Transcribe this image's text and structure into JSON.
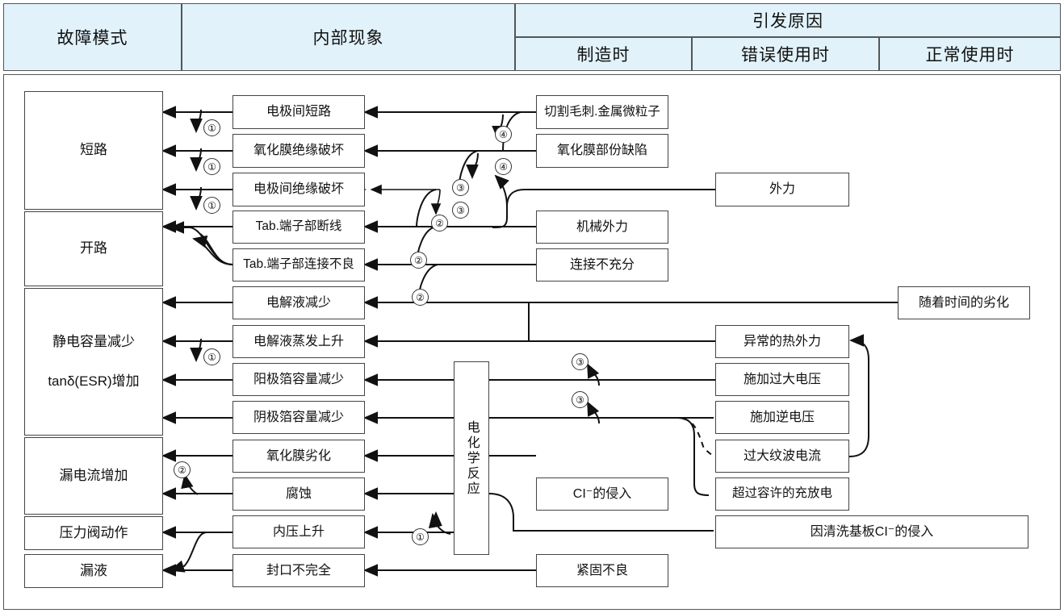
{
  "header": {
    "fault_mode": "故障模式",
    "internal_phenomenon": "内部现象",
    "cause_group": "引发原因",
    "cause_cols": [
      "制造时",
      "错误使用时",
      "正常使用时"
    ]
  },
  "colors": {
    "header_fill": "#e1f2fa",
    "border": "#555555",
    "box_border": "#444444",
    "wire": "#111111"
  },
  "fault_modes": [
    {
      "label": "短路"
    },
    {
      "label": "开路"
    },
    {
      "label_1": "静电容量减少",
      "label_2": "tanδ(ESR)增加"
    },
    {
      "label": "漏电流增加"
    },
    {
      "label": "压力阀动作"
    },
    {
      "label": "漏液"
    }
  ],
  "internal_phenomena": [
    {
      "label": "电极间短路"
    },
    {
      "label": "氧化膜绝缘破坏"
    },
    {
      "label": "电极间绝缘破坏"
    },
    {
      "label": "Tab.端子部断线"
    },
    {
      "label": "Tab.端子部连接不良"
    },
    {
      "label": "电解液减少"
    },
    {
      "label": "电解液蒸发上升"
    },
    {
      "label": "阳极箔容量减少"
    },
    {
      "label": "阴极箔容量减少"
    },
    {
      "label": "氧化膜劣化"
    },
    {
      "label": "腐蚀"
    },
    {
      "label": "内压上升"
    },
    {
      "label": "封口不完全"
    }
  ],
  "electrochemical": {
    "label": "电化学反应"
  },
  "causes_manufacturing": [
    {
      "label": "切割毛刺.金属微粒子"
    },
    {
      "label": "氧化膜部份缺陷"
    },
    {
      "label": "机械外力"
    },
    {
      "label": "连接不充分"
    },
    {
      "label": "CI⁻的侵入"
    },
    {
      "label": "紧固不良"
    }
  ],
  "causes_misuse": [
    {
      "label": "外力"
    },
    {
      "label": "异常的热外力"
    },
    {
      "label": "施加过大电压"
    },
    {
      "label": "施加逆电压"
    },
    {
      "label": "过大纹波电流"
    },
    {
      "label": "超过容许的充放电"
    },
    {
      "label": "因清洗基板CI⁻的侵入"
    }
  ],
  "causes_normal": [
    {
      "label": "随着时间的劣化"
    }
  ],
  "markers": [
    {
      "n": "①"
    },
    {
      "n": "①"
    },
    {
      "n": "①"
    },
    {
      "n": "①"
    },
    {
      "n": "①"
    },
    {
      "n": "②"
    },
    {
      "n": "②"
    },
    {
      "n": "②"
    },
    {
      "n": "②"
    },
    {
      "n": "③"
    },
    {
      "n": "③"
    },
    {
      "n": "③"
    },
    {
      "n": "③"
    },
    {
      "n": "④"
    },
    {
      "n": "④"
    }
  ]
}
